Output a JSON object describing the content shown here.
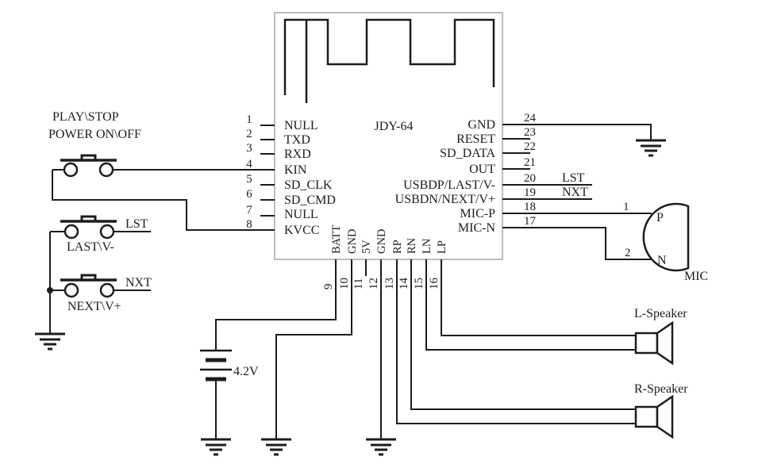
{
  "ic": {
    "title": "JDY-64",
    "left_pins": [
      {
        "num": "1",
        "label": "NULL"
      },
      {
        "num": "2",
        "label": "TXD"
      },
      {
        "num": "3",
        "label": "RXD"
      },
      {
        "num": "4",
        "label": "KIN"
      },
      {
        "num": "5",
        "label": "SD_CLK"
      },
      {
        "num": "6",
        "label": "SD_CMD"
      },
      {
        "num": "7",
        "label": "NULL"
      },
      {
        "num": "8",
        "label": "KVCC"
      }
    ],
    "right_pins": [
      {
        "num": "24",
        "label": "GND"
      },
      {
        "num": "23",
        "label": "RESET"
      },
      {
        "num": "22",
        "label": "SD_DATA"
      },
      {
        "num": "21",
        "label": "OUT"
      },
      {
        "num": "20",
        "label": "USBDP/LAST/V-"
      },
      {
        "num": "19",
        "label": "USBDN/NEXT/V+"
      },
      {
        "num": "18",
        "label": "MIC-P"
      },
      {
        "num": "17",
        "label": "MIC-N"
      }
    ],
    "bottom_pins": [
      {
        "num": "9",
        "label": "BATT"
      },
      {
        "num": "10",
        "label": "GND"
      },
      {
        "num": "11",
        "label": "5V"
      },
      {
        "num": "12",
        "label": "GND"
      },
      {
        "num": "13",
        "label": "RP"
      },
      {
        "num": "14",
        "label": "RN"
      },
      {
        "num": "15",
        "label": "LN"
      },
      {
        "num": "16",
        "label": "LP"
      }
    ]
  },
  "buttons": {
    "play_line1": "PLAY\\STOP",
    "play_line2": "POWER ON\\OFF",
    "last_label": "LAST\\V-",
    "last_net": "LST",
    "next_label": "NEXT\\V+",
    "next_net": "NXT"
  },
  "wire_labels": {
    "lst": "LST",
    "nxt": "NXT"
  },
  "battery": {
    "voltage": "4.2V"
  },
  "mic": {
    "title": "MIC",
    "terminal_p": "P",
    "terminal_n": "N",
    "wire1": "1",
    "wire2": "2"
  },
  "speakers": {
    "left": "L-Speaker",
    "right": "R-Speaker"
  },
  "colors": {
    "wire": "#1c1c1c",
    "ic_border": "#bdbdbd",
    "background": "#ffffff"
  }
}
